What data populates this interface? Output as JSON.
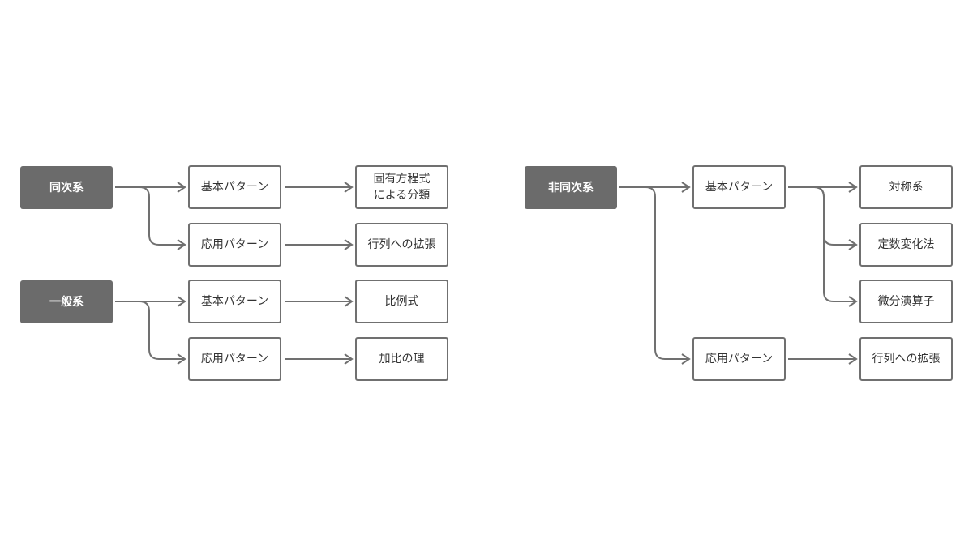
{
  "diagrams": [
    {
      "root": "同次系",
      "branches": [
        {
          "label": "基本パターン",
          "leaves": [
            {
              "label": "固有方程式\nによる分類"
            }
          ]
        },
        {
          "label": "応用パターン",
          "leaves": [
            {
              "label": "行列への拡張"
            }
          ]
        }
      ]
    },
    {
      "root": "一般系",
      "branches": [
        {
          "label": "基本パターン",
          "leaves": [
            {
              "label": "比例式"
            }
          ]
        },
        {
          "label": "応用パターン",
          "leaves": [
            {
              "label": "加比の理"
            }
          ]
        }
      ]
    },
    {
      "root": "非同次系",
      "branches": [
        {
          "label": "基本パターン",
          "leaves": [
            {
              "label": "対称系"
            },
            {
              "label": "定数変化法"
            },
            {
              "label": "微分演算子"
            }
          ]
        },
        {
          "label": "応用パターン",
          "leaves": [
            {
              "label": "行列への拡張"
            }
          ]
        }
      ]
    }
  ]
}
